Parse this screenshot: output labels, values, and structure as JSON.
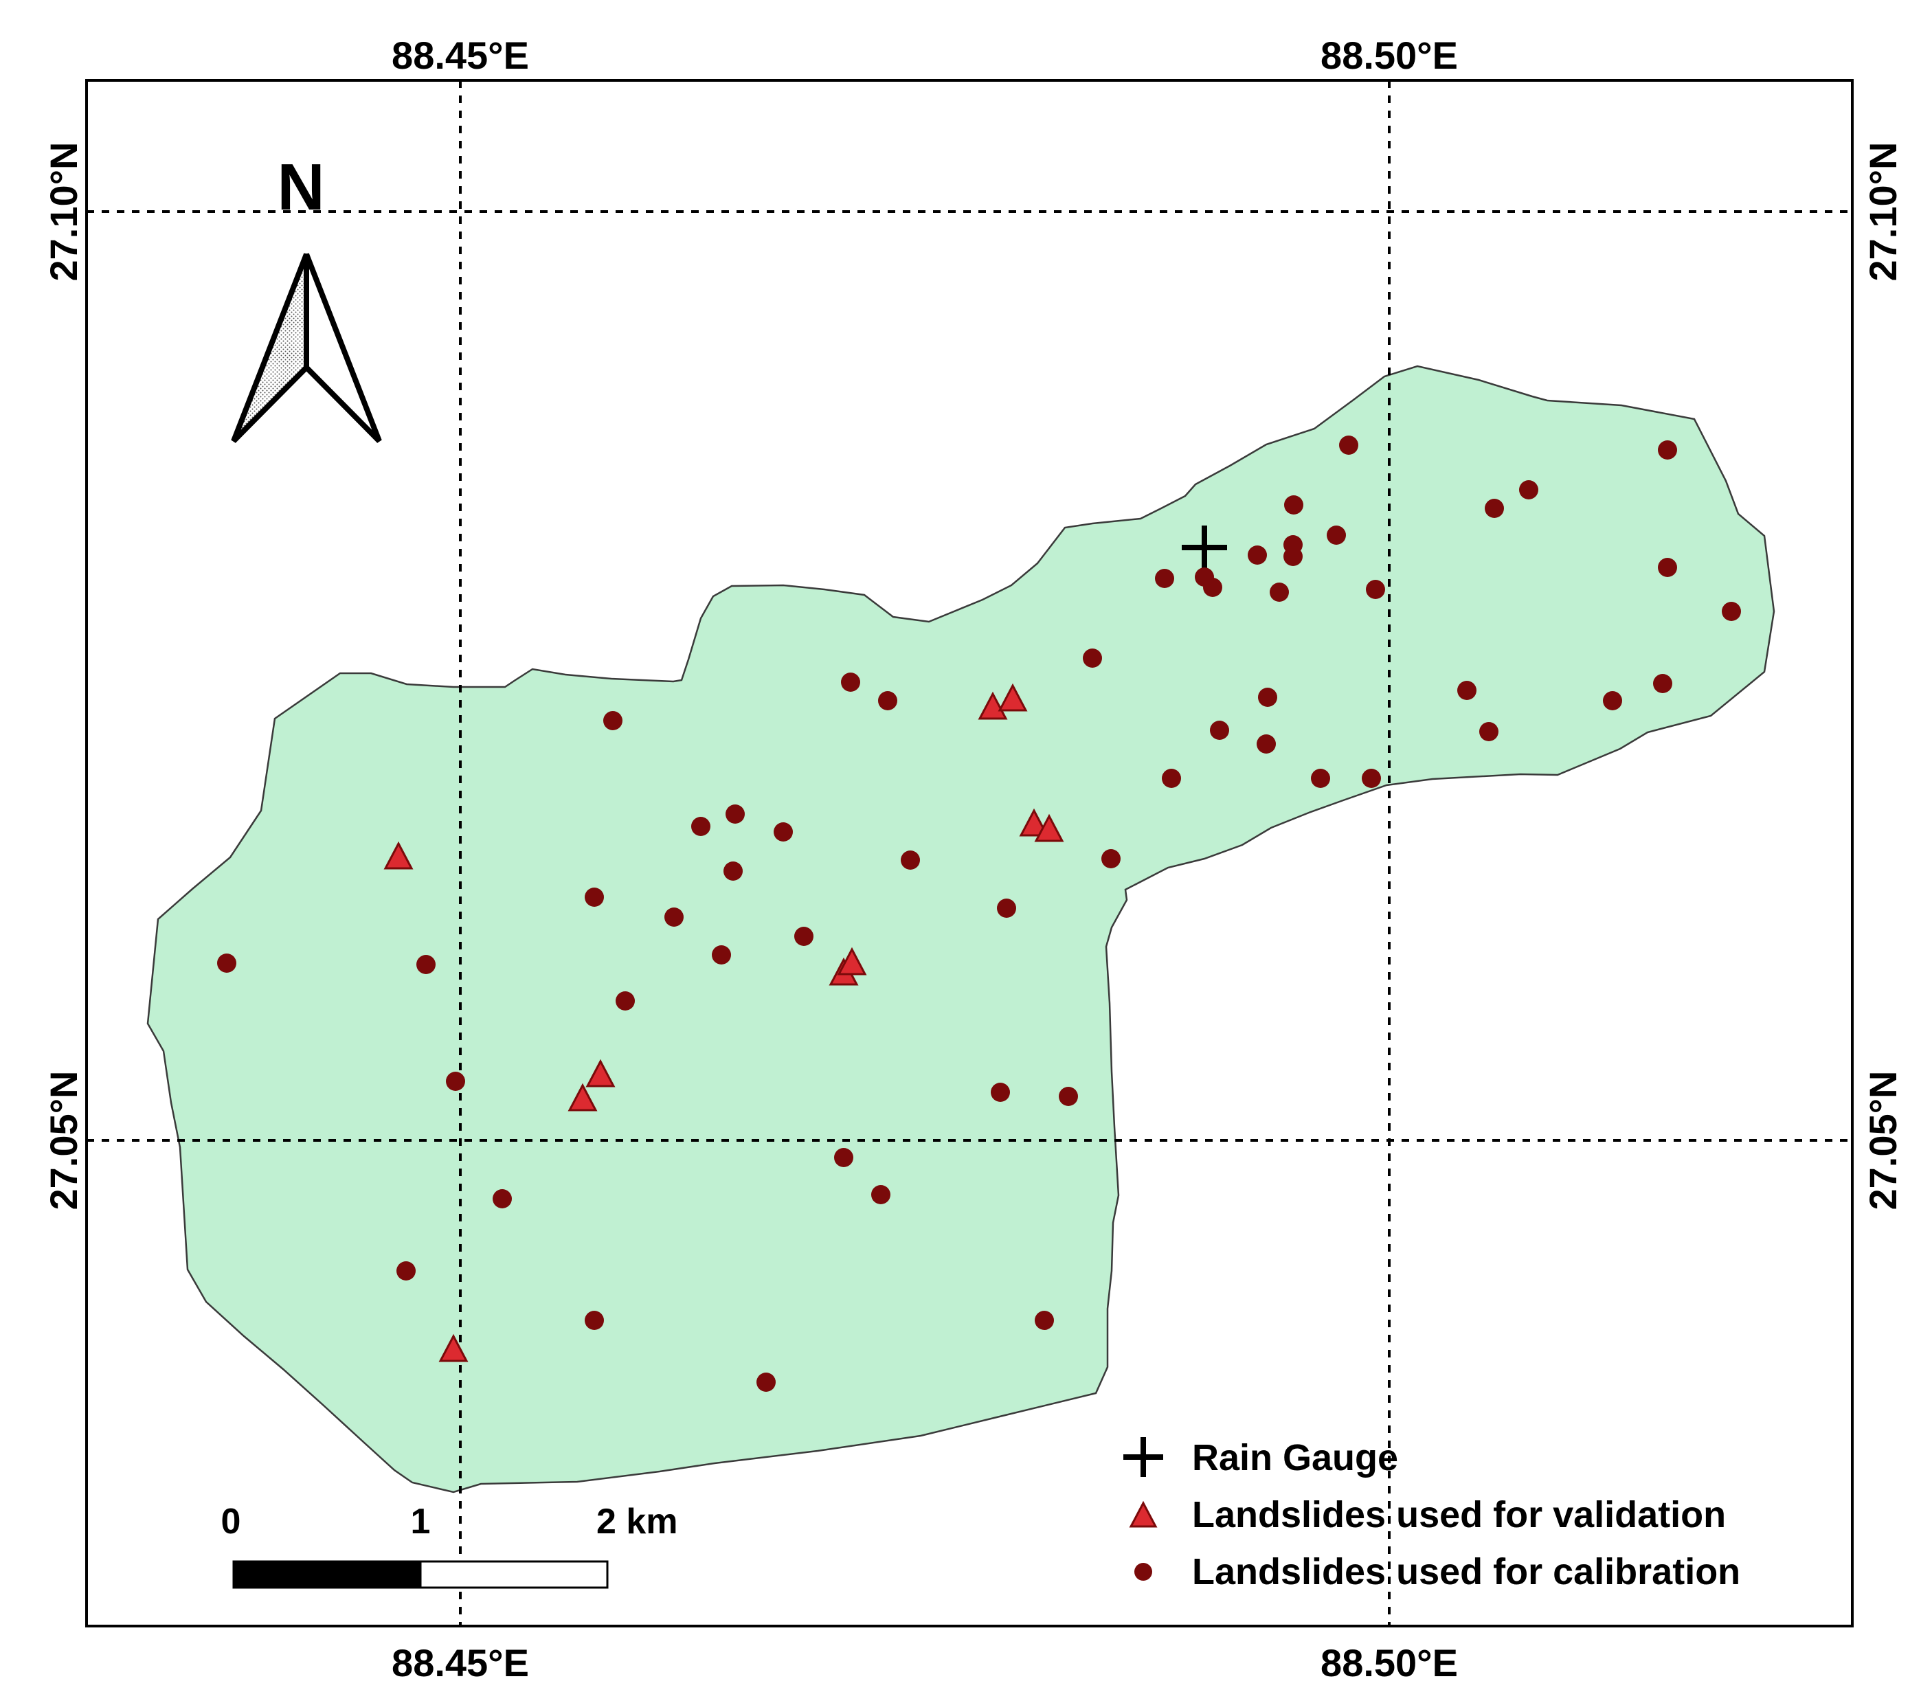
{
  "map": {
    "coords": {
      "lon_left": "88.45°E",
      "lon_right": "88.50°E",
      "lat_top": "27.10°N",
      "lat_bottom": "27.05°N"
    },
    "north_label": "N",
    "scale_bar": {
      "label_0": "0",
      "label_1": "1",
      "label_2": "2 km"
    },
    "legend": {
      "rain_gauge": "Rain Gauge",
      "validation": "Landslides used for validation",
      "calibration": "Landslides used for calibration"
    },
    "colors": {
      "basin_fill": "#c0f0d2",
      "basin_stroke": "#3a3a3a",
      "validation_fill": "#dc2a30",
      "validation_stroke": "#7a0a0a",
      "calibration_fill": "#7a0a0a",
      "frame": "#000000"
    }
  }
}
